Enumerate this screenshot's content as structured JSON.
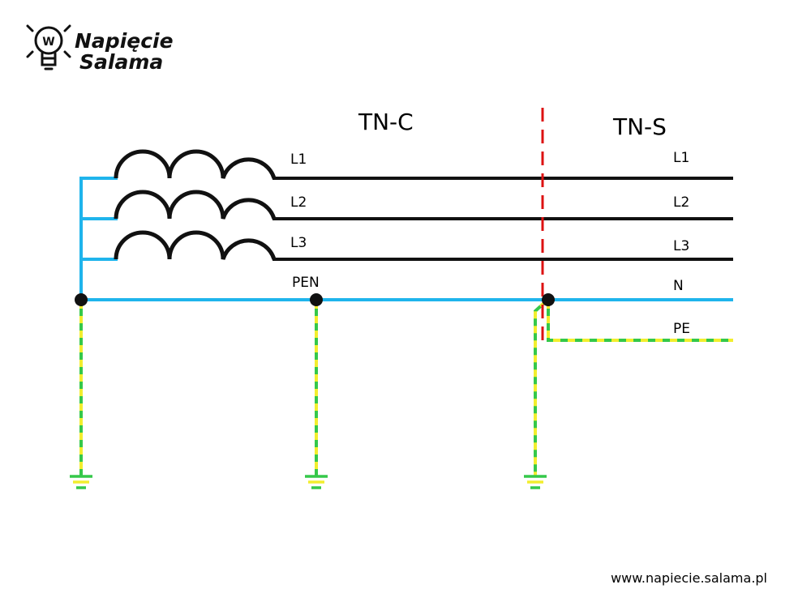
{
  "logo": {
    "line1": "Napięcie",
    "line2": "Salama",
    "bulb_letter": "W",
    "icon": "lightbulb-icon"
  },
  "sections": {
    "tnc_title": "TN-C",
    "tns_title": "TN-S"
  },
  "tnc_labels": {
    "l1": "L1",
    "l2": "L2",
    "l3": "L3",
    "pen": "PEN"
  },
  "tns_labels": {
    "l1": "L1",
    "l2": "L2",
    "l3": "L3",
    "n": "N",
    "pe": "PE"
  },
  "footer": {
    "url": "www.napiecie.salama.pl"
  },
  "colors": {
    "phase": "#111111",
    "neutral": "#1fb4ec",
    "pe_green": "#35c84a",
    "pe_yellow": "#f2ee2e",
    "divider": "#dd1111",
    "node": "#111111"
  }
}
